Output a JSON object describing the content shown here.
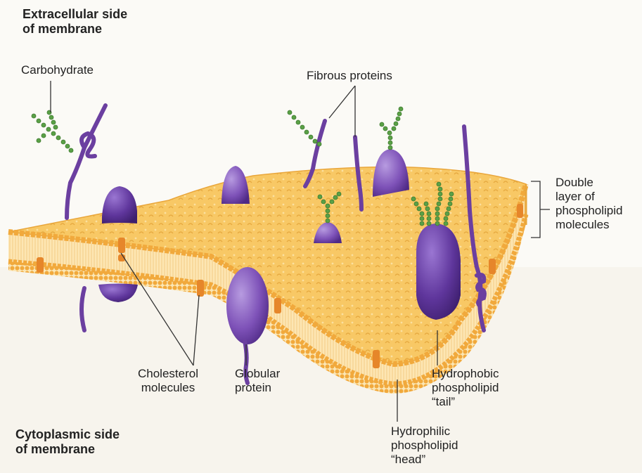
{
  "labels": {
    "extracellular": "Extracellular side\nof membrane",
    "cytoplasmic": "Cytoplasmic side\nof membrane",
    "carbohydrate": "Carbohydrate",
    "fibrous_proteins": "Fibrous proteins",
    "double_layer": "Double\nlayer of\nphospholipid\nmolecules",
    "cholesterol": "Cholesterol\nmolecules",
    "globular_protein": "Globular\nprotein",
    "hydrophobic_tail": "Hydrophobic\nphospholipid\n“tail”",
    "hydrophilic_head": "Hydrophilic\nphospholipid\n“head”"
  },
  "colors": {
    "background": "#fbfaf6",
    "membrane_top": "#f7c560",
    "membrane_head": "#f0a93a",
    "membrane_tail": "#fde7b8",
    "protein": "#6b3fa0",
    "protein_light": "#a88bd0",
    "carbohydrate": "#5aa046",
    "cholesterol": "#e88a2c",
    "leader_line": "#333333"
  }
}
